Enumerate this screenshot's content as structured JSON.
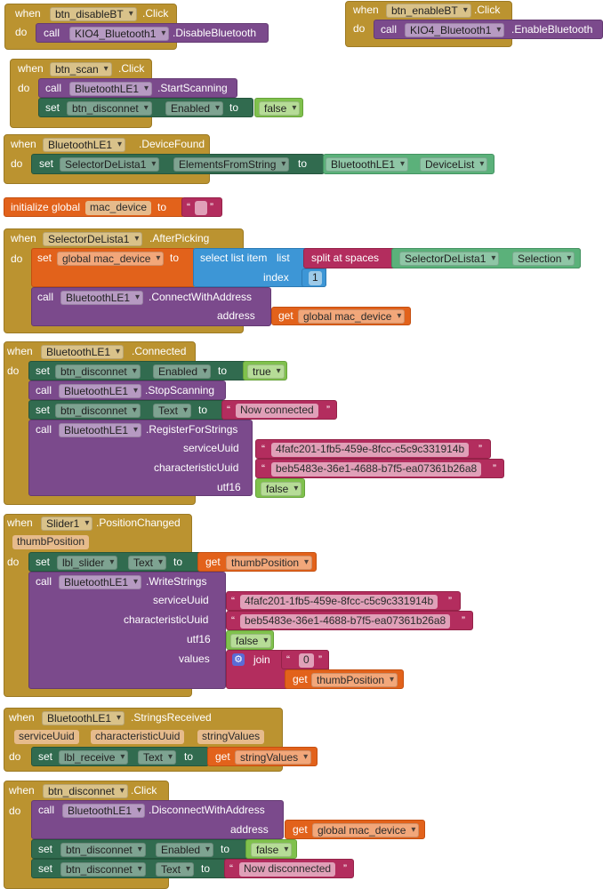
{
  "kw": {
    "when": "when",
    "do": "do",
    "call": "call",
    "set": "set",
    "to": "to",
    "get": "get",
    "initialize_global": "initialize global",
    "select_list_item": "select list item",
    "list": "list",
    "index": "index",
    "split_at_spaces": "split at spaces",
    "join": "join",
    "quote_open": "“",
    "quote_close": "”"
  },
  "b1": {
    "component": "btn_disableBT",
    "event": ".Click",
    "target": "KIO4_Bluetooth1",
    "method": ".DisableBluetooth"
  },
  "b2": {
    "component": "btn_enableBT",
    "event": ".Click",
    "target": "KIO4_Bluetooth1",
    "method": ".EnableBluetooth"
  },
  "b3": {
    "component": "btn_scan",
    "event": ".Click",
    "target": "BluetoothLE1",
    "method": ".StartScanning",
    "set_comp": "btn_disconnet",
    "set_prop": "Enabled",
    "value": "false"
  },
  "b4": {
    "component": "BluetoothLE1",
    "event": ".DeviceFound",
    "set_comp": "SelectorDeLista1",
    "set_prop": "ElementsFromString",
    "get_comp": "BluetoothLE1",
    "get_prop": "DeviceList"
  },
  "b5": {
    "var": "mac_device"
  },
  "b6": {
    "component": "SelectorDeLista1",
    "event": ".AfterPicking",
    "set_var": "global mac_device",
    "get_comp": "SelectorDeLista1",
    "get_prop": "Selection",
    "index_value": "1",
    "target": "BluetoothLE1",
    "method": ".ConnectWithAddress",
    "param": "address",
    "get_var": "global mac_device"
  },
  "b7": {
    "component": "BluetoothLE1",
    "event": ".Connected",
    "s1_comp": "btn_disconnet",
    "s1_prop": "Enabled",
    "s1_val": "true",
    "c1_target": "BluetoothLE1",
    "c1_method": ".StopScanning",
    "s2_comp": "btn_disconnet",
    "s2_prop": "Text",
    "s2_val": "Now connected",
    "c2_target": "BluetoothLE1",
    "c2_method": ".RegisterForStrings",
    "p1": "serviceUuid",
    "v1": "4fafc201-1fb5-459e-8fcc-c5c9c331914b",
    "p2": "characteristicUuid",
    "v2": "beb5483e-36e1-4688-b7f5-ea07361b26a8",
    "p3": "utf16",
    "v3": "false"
  },
  "b8": {
    "component": "Slider1",
    "event": ".PositionChanged",
    "arg": "thumbPosition",
    "s1_comp": "lbl_slider",
    "s1_prop": "Text",
    "s1_get": "thumbPosition",
    "c1_target": "BluetoothLE1",
    "c1_method": ".WriteStrings",
    "p1": "serviceUuid",
    "v1": "4fafc201-1fb5-459e-8fcc-c5c9c331914b",
    "p2": "characteristicUuid",
    "v2": "beb5483e-36e1-4688-b7f5-ea07361b26a8",
    "p3": "utf16",
    "v3": "false",
    "p4": "values",
    "join_a": "0",
    "join_b": "thumbPosition"
  },
  "b9": {
    "component": "BluetoothLE1",
    "event": ".StringsReceived",
    "args": [
      "serviceUuid",
      "characteristicUuid",
      "stringValues"
    ],
    "s1_comp": "lbl_receive",
    "s1_prop": "Text",
    "s1_get": "stringValues"
  },
  "b10": {
    "component": "btn_disconnet",
    "event": ".Click",
    "c1_target": "BluetoothLE1",
    "c1_method": ".DisconnectWithAddress",
    "param": "address",
    "get_var": "global mac_device",
    "s1_comp": "btn_disconnet",
    "s1_prop": "Enabled",
    "s1_val": "false",
    "s2_comp": "btn_disconnet",
    "s2_prop": "Text",
    "s2_val": "Now disconnected"
  },
  "colors": {
    "event": "#bb9330",
    "call": "#7b4a8c",
    "setter": "#316b4f",
    "logic": "#80c14d",
    "text": "#b32d5e",
    "variable": "#e2621b",
    "list": "#3d96d6",
    "getter": "#5bb17a"
  }
}
